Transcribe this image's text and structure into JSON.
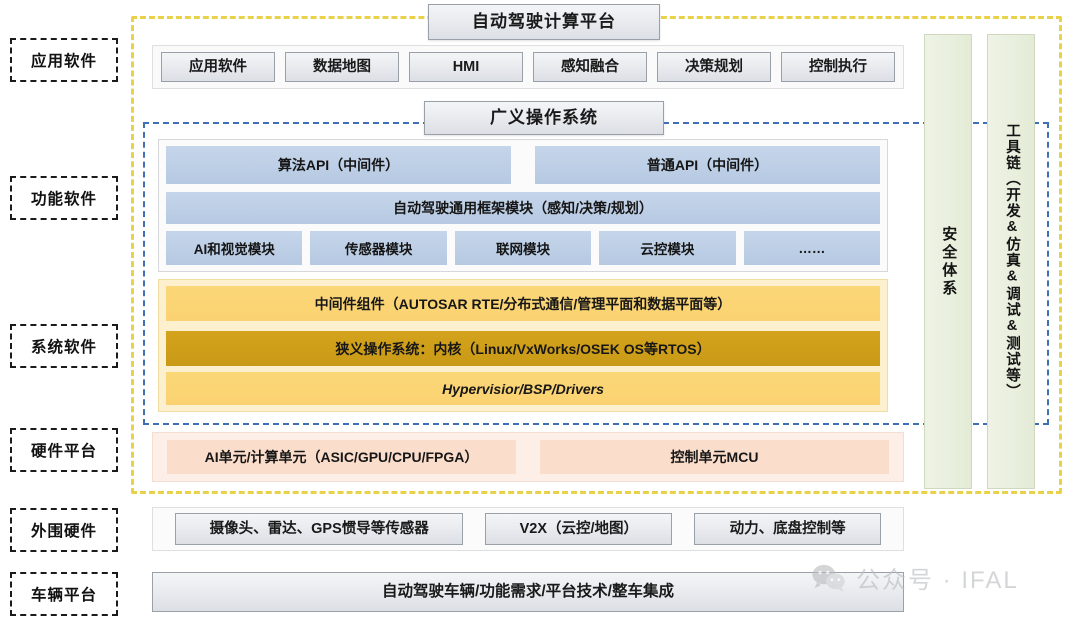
{
  "title": "自动驾驶计算平台",
  "os_banner": "广义操作系统",
  "sidebar": {
    "items": [
      {
        "label": "应用软件"
      },
      {
        "label": "功能软件"
      },
      {
        "label": "系统软件"
      },
      {
        "label": "硬件平台"
      },
      {
        "label": "外围硬件"
      },
      {
        "label": "车辆平台"
      }
    ]
  },
  "application_software": {
    "items": [
      {
        "label": "应用软件"
      },
      {
        "label": "数据地图"
      },
      {
        "label": "HMI"
      },
      {
        "label": "感知融合"
      },
      {
        "label": "决策规划"
      },
      {
        "label": "控制执行"
      }
    ]
  },
  "functional_software": {
    "api_row": [
      {
        "label": "算法API（中间件）"
      },
      {
        "label": "普通API（中间件）"
      }
    ],
    "framework_row": {
      "label": "自动驾驶通用框架模块（感知/决策/规划）"
    },
    "module_row": [
      {
        "label": "AI和视觉模块"
      },
      {
        "label": "传感器模块"
      },
      {
        "label": "联网模块"
      },
      {
        "label": "云控模块"
      },
      {
        "label": "……"
      }
    ]
  },
  "system_software": {
    "middleware": {
      "label": "中间件组件（AUTOSAR RTE/分布式通信/管理平面和数据平面等）"
    },
    "kernel": {
      "label": "狭义操作系统：内核（Linux/VxWorks/OSEK OS等RTOS）"
    },
    "hypervisor": {
      "label": "Hypervisior/BSP/Drivers"
    }
  },
  "hardware_platform": {
    "items": [
      {
        "label": "AI单元/计算单元（ASIC/GPU/CPU/FPGA）"
      },
      {
        "label": "控制单元MCU"
      }
    ]
  },
  "peripheral_hardware": {
    "items": [
      {
        "label": "摄像头、雷达、GPS惯导等传感器"
      },
      {
        "label": "V2X（云控/地图）"
      },
      {
        "label": "动力、底盘控制等"
      }
    ]
  },
  "vehicle_platform": {
    "label": "自动驾驶车辆/功能需求/平台技术/整车集成"
  },
  "side_columns": {
    "safety": "安全体系",
    "toolchain": "工具链（开发&仿真&调试&测试等）"
  },
  "watermark": {
    "text": "公众号 · IFAL",
    "icon": "wechat-icon"
  },
  "colors": {
    "outer_dashed": "#e9d24a",
    "os_dashed": "#3f6fb5",
    "functional_blue": "#bdcfe6",
    "system_yellow": "#fbd271",
    "kernel_dark_yellow": "#c99a16",
    "hardware_pink": "#fbddcb",
    "side_column_green": "#e8efdd"
  }
}
